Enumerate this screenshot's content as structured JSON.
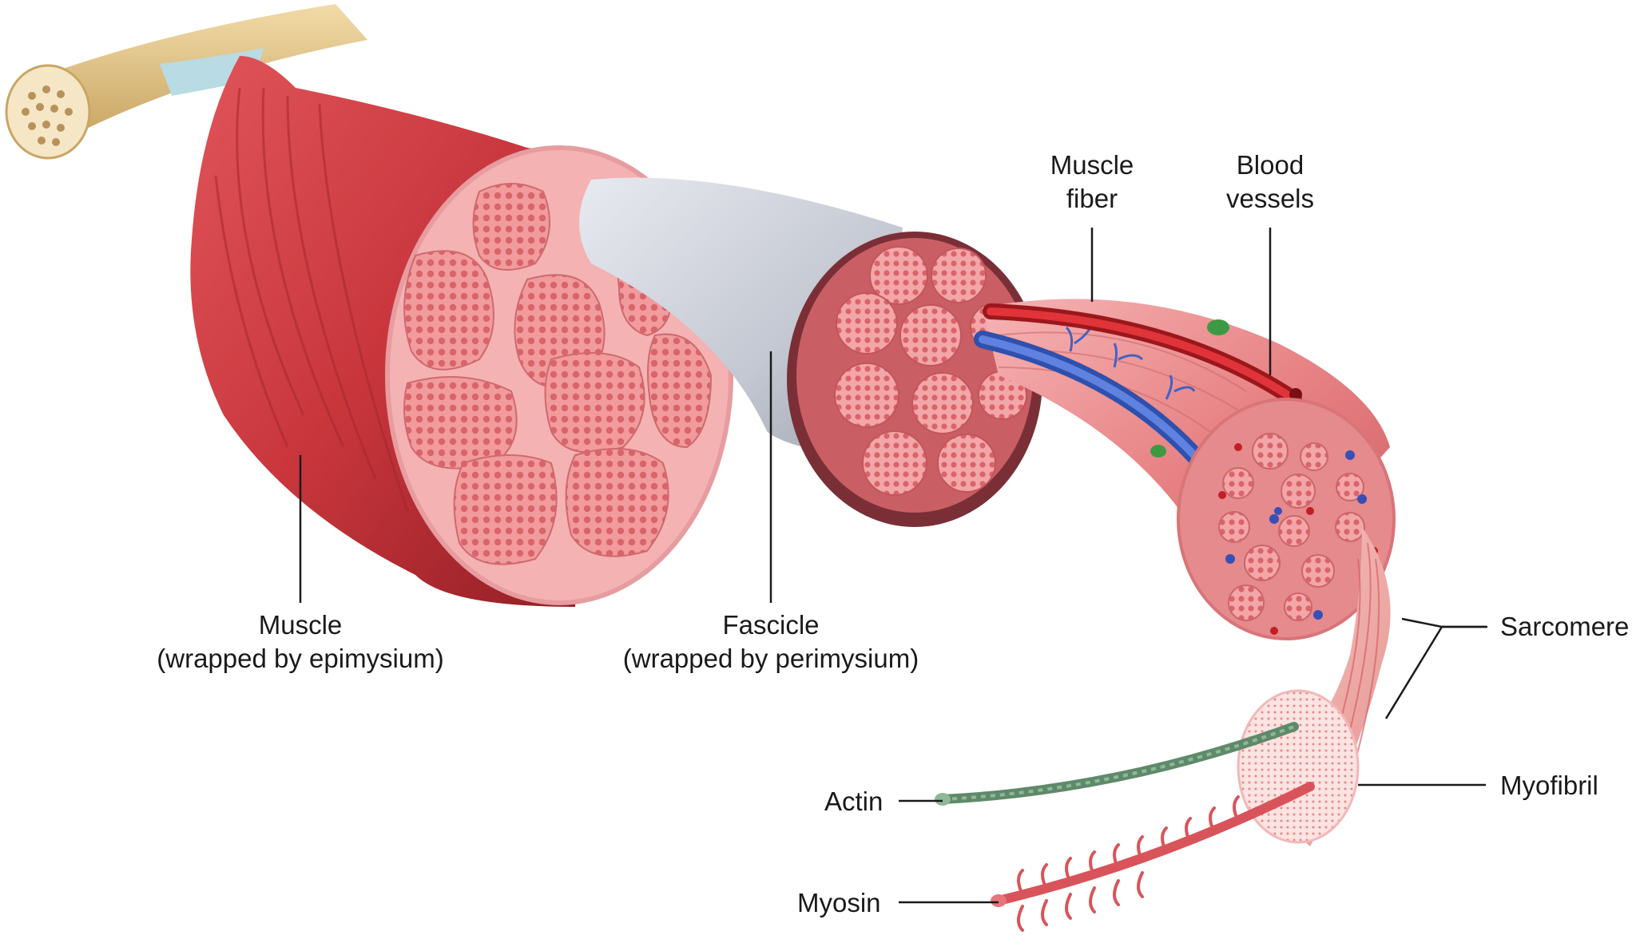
{
  "labels": {
    "muscle": {
      "line1": "Muscle",
      "line2": "(wrapped by epimysium)"
    },
    "fascicle": {
      "line1": "Fascicle",
      "line2": "(wrapped by perimysium)"
    },
    "muscle_fiber": {
      "line1": "Muscle",
      "line2": "fiber"
    },
    "blood_vessels": {
      "line1": "Blood",
      "line2": "vessels"
    },
    "sarcomere": "Sarcomere",
    "myofibril": "Myofibril",
    "actin": "Actin",
    "myosin": "Myosin"
  },
  "colors": {
    "muscle_red": "#c8363c",
    "muscle_pink": "#f3a9ab",
    "fiber_pink": "#ec8a8c",
    "tendon_grey": "#c9cdd6",
    "bone_tan": "#e7c98f",
    "vein_blue": "#3f63c4",
    "artery_red": "#d3262c",
    "actin_green": "#5f8a6a",
    "nerve_green": "#3e9a42"
  }
}
